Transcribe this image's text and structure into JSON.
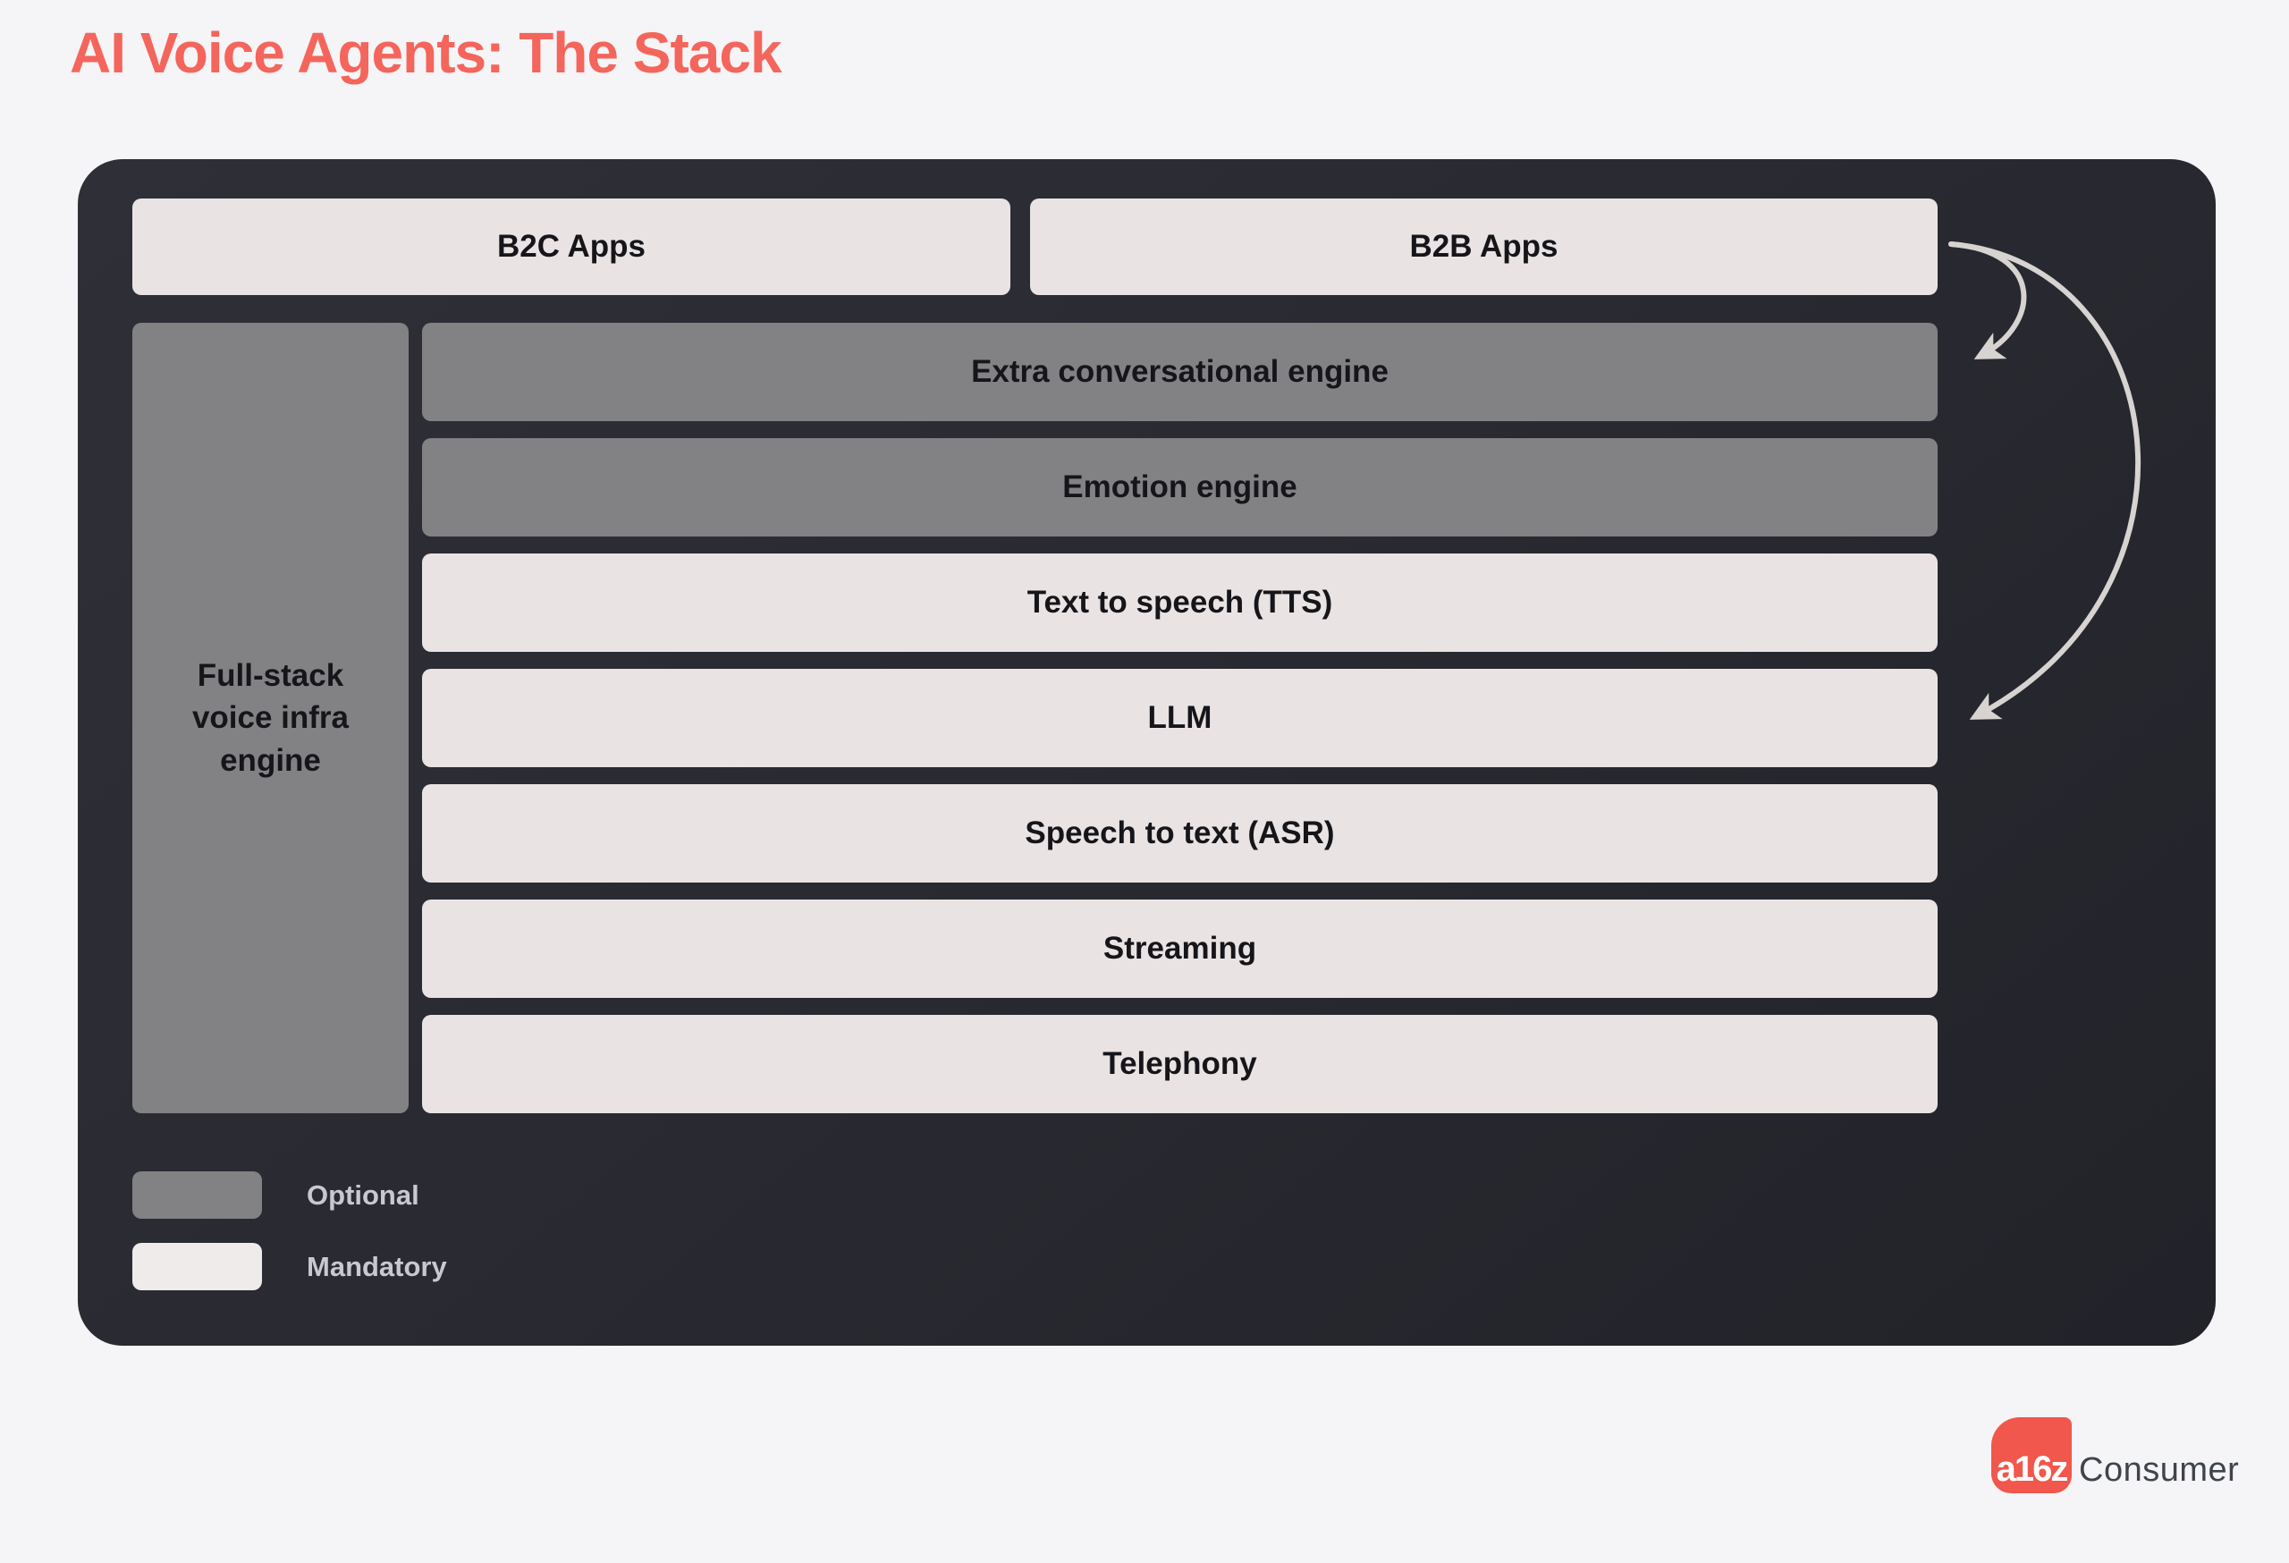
{
  "title": "AI Voice Agents: The Stack",
  "colors": {
    "page_background": "#F5F4F6",
    "accent_title": "#F4655C",
    "board_background": "#2A2A32",
    "optional_gray": "#828285",
    "mandatory_light": "#E9E4E3",
    "arrow": "#D6D3D1",
    "logo_red": "#F1574C",
    "legend_text": "#C9C8CD"
  },
  "stack": {
    "apps_row": [
      {
        "label": "B2C Apps"
      },
      {
        "label": "B2B Apps"
      }
    ],
    "left_column": {
      "label": "Full-stack\nvoice infra\nengine"
    },
    "rows": [
      {
        "label": "Extra conversational engine",
        "type": "optional"
      },
      {
        "label": "Emotion engine",
        "type": "optional"
      },
      {
        "label": "Text to speech (TTS)",
        "type": "mandatory"
      },
      {
        "label": "LLM",
        "type": "mandatory"
      },
      {
        "label": "Speech to text (ASR)",
        "type": "mandatory"
      },
      {
        "label": "Streaming",
        "type": "mandatory"
      },
      {
        "label": "Telephony",
        "type": "mandatory"
      }
    ],
    "arrows": [
      {
        "from": "B2B Apps",
        "to": "Extra conversational engine"
      },
      {
        "from": "B2B Apps",
        "to": "LLM"
      }
    ]
  },
  "legend": [
    {
      "swatch": "optional",
      "label": "Optional"
    },
    {
      "swatch": "mandatory",
      "label": "Mandatory"
    }
  ],
  "logo": {
    "mark": "a16z",
    "text": "Consumer"
  }
}
